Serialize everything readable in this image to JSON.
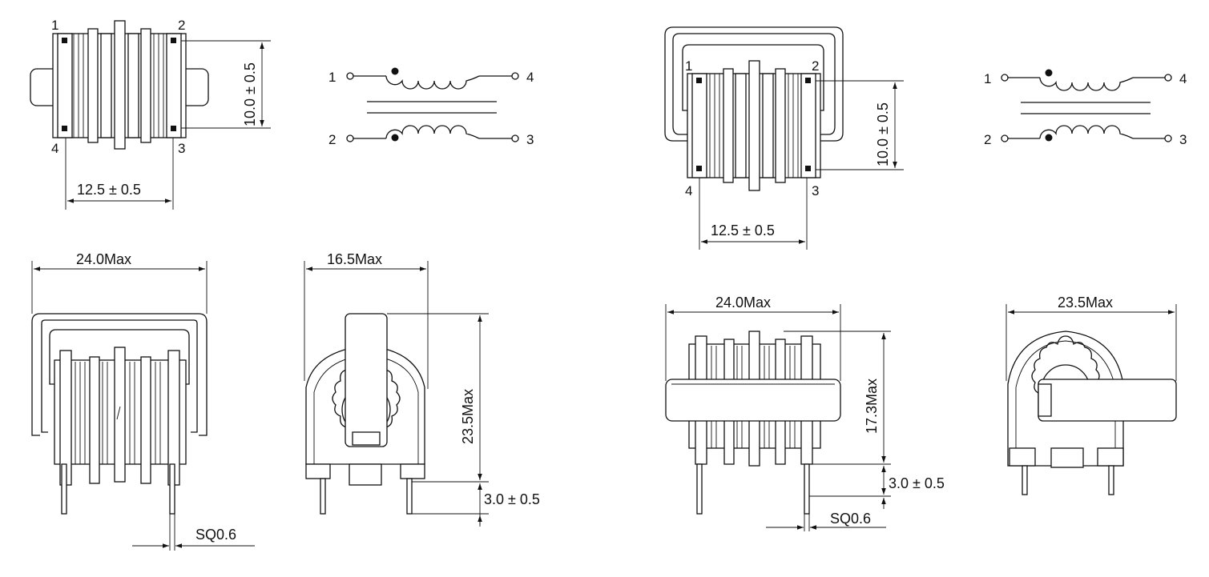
{
  "colors": {
    "ink": "#111111",
    "paper": "#ffffff"
  },
  "drawing": {
    "left": {
      "pins": {
        "p1": "1",
        "p2": "2",
        "p3": "3",
        "p4": "4"
      },
      "dim_height": "10.0 ± 0.5",
      "dim_pitch": "12.5 ± 0.5",
      "dim_width": "24.0Max",
      "dim_depth": "16.5Max",
      "dim_tall": "23.5Max",
      "dim_standoff": "3.0 ± 0.5",
      "dim_pin": "SQ0.6"
    },
    "right": {
      "pins": {
        "p1": "1",
        "p2": "2",
        "p3": "3",
        "p4": "4"
      },
      "dim_height": "10.0 ± 0.5",
      "dim_pitch": "12.5 ± 0.5",
      "dim_width": "24.0Max",
      "dim_depth": "23.5Max",
      "dim_tall": "17.3Max",
      "dim_standoff": "3.0 ± 0.5",
      "dim_pin": "SQ0.6"
    },
    "schematic_left": {
      "t1": "1",
      "t2": "2",
      "t3": "3",
      "t4": "4"
    },
    "schematic_right": {
      "t1": "1",
      "t2": "2",
      "t3": "3",
      "t4": "4"
    }
  }
}
